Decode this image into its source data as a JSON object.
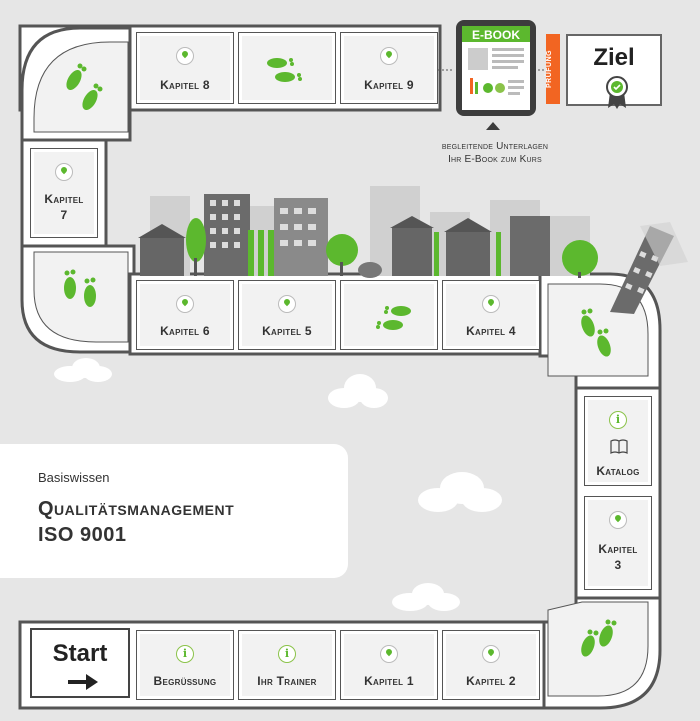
{
  "tiles": {
    "kapitel8": "Kapitel 8",
    "kapitel9": "Kapitel 9",
    "kapitel7_a": "Kapitel",
    "kapitel7_b": "7",
    "kapitel6": "Kapitel 6",
    "kapitel5": "Kapitel 5",
    "kapitel4": "Kapitel 4",
    "katalog": "Katalog",
    "kapitel3_a": "Kapitel",
    "kapitel3_b": "3",
    "begruessung": "Begrüßung",
    "ihr_trainer": "Ihr Trainer",
    "kapitel1": "Kapitel 1",
    "kapitel2": "Kapitel 2"
  },
  "start": {
    "label": "Start"
  },
  "ziel": {
    "label": "Ziel"
  },
  "pruefung": {
    "label": "PRÜFUNG"
  },
  "ebook": {
    "title": "E-BOOK",
    "caption_line1": "begleitende Unterlagen",
    "caption_line2": "Ihr E-Book zum Kurs"
  },
  "course": {
    "pretitle": "Basiswissen",
    "title_line1": "Qualitätsmanagement",
    "title_line2": "ISO 9001"
  },
  "icons": [
    "footprints-icon",
    "location-pin-icon",
    "info-icon",
    "book-icon",
    "arrow-right-icon",
    "certificate-ribbon-icon"
  ],
  "colors": {
    "accent": "#5cb82e",
    "pruefung": "#f26522",
    "track": "#555555",
    "background": "#e6e6e6"
  }
}
